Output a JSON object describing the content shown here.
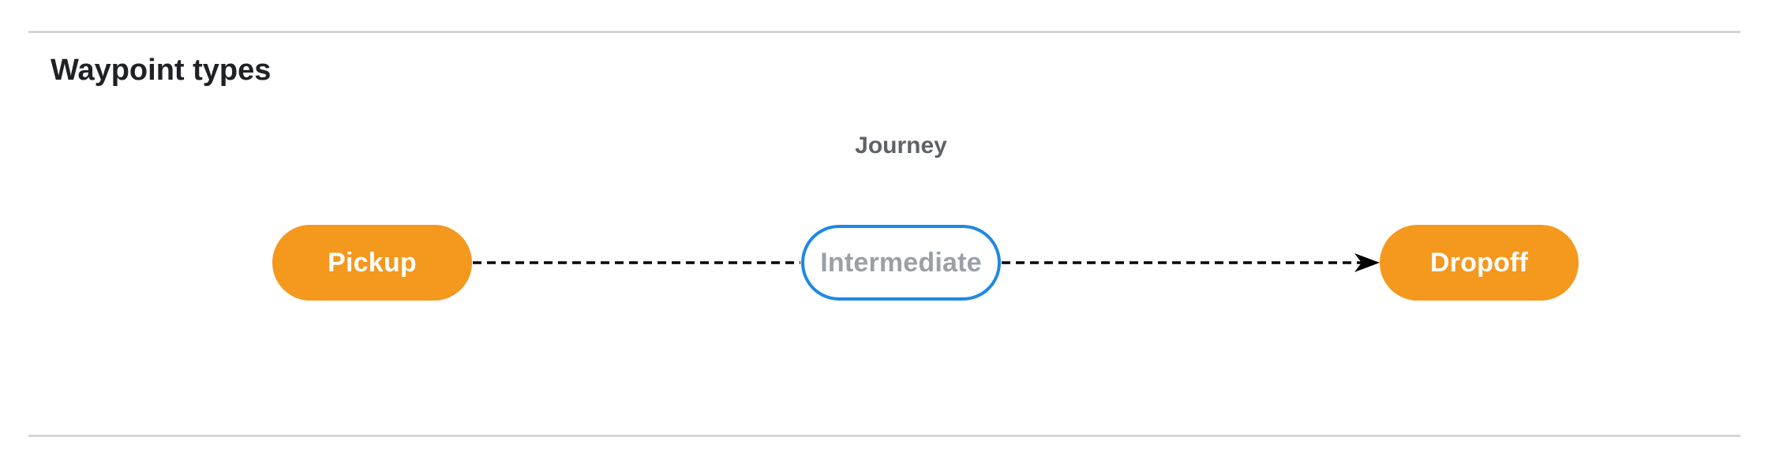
{
  "page": {
    "title": "Waypoint types"
  },
  "diagram": {
    "group_label": "Journey",
    "nodes": [
      {
        "id": "pickup",
        "label": "Pickup",
        "kind": "terminal"
      },
      {
        "id": "intermediate",
        "label": "Intermediate",
        "kind": "intermediate"
      },
      {
        "id": "dropoff",
        "label": "Dropoff",
        "kind": "terminal"
      }
    ],
    "edges": [
      {
        "from": "pickup",
        "to": "intermediate",
        "style": "dashed",
        "arrowhead": false
      },
      {
        "from": "intermediate",
        "to": "dropoff",
        "style": "dashed",
        "arrowhead": true
      }
    ],
    "colors": {
      "terminal_fill": "#F4981E",
      "terminal_text": "#FFFFFF",
      "intermediate_border": "#1E88E5",
      "intermediate_text": "#9AA0A6",
      "edge_stroke": "#000000",
      "journey_label": "#5F6368",
      "title": "#202124",
      "divider": "#D6D6D6"
    }
  }
}
